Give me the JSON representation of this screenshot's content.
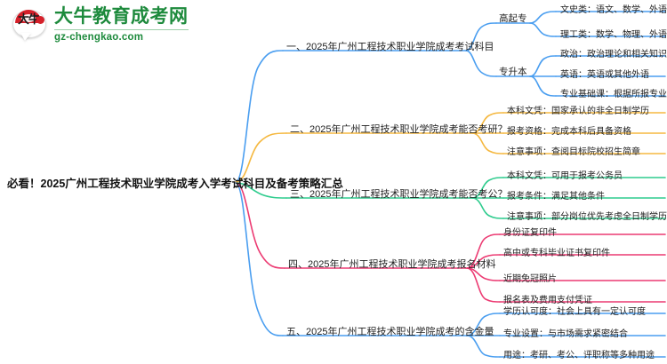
{
  "brand": {
    "mark_text": "大牛",
    "name_cn": "大牛教育成考网",
    "name_en": "gz-chengkao.com",
    "color": "#1d8a3c",
    "cap_color": "#d5202a"
  },
  "mindmap": {
    "root": {
      "label": "必看！2025广州工程技术职业学院成考入学考试科目及备考策略汇总"
    },
    "colors": {
      "branch1": "#4a9ef0",
      "branch2": "#f5b840",
      "branch3": "#2fcc8e",
      "branch4": "#ec3a72",
      "branch5": "#4a9ef0"
    },
    "branches": [
      {
        "id": "branch-1",
        "label": "一、2025年广州工程技术职业学院成考考试科目",
        "color": "#4a9ef0",
        "groups": [
          {
            "label": "高起专",
            "items": [
              "文史类：语文、数学、外语",
              "理工类：数学、物理、外语"
            ]
          },
          {
            "label": "专升本",
            "items": [
              "政治：政治理论和相关知识",
              "英语：英语或其他外语",
              "专业基础课：根据所报专业的不同"
            ]
          }
        ]
      },
      {
        "id": "branch-2",
        "label": "二、2025年广州工程技术职业学院成考能否考研？",
        "color": "#f5b840",
        "items": [
          "本科文凭：国家承认的非全日制学历",
          "报考资格：完成本科后具备资格",
          "注意事项：查阅目标院校招生简章"
        ]
      },
      {
        "id": "branch-3",
        "label": "三、2025年广州工程技术职业学院成考能否考公？",
        "color": "#2fcc8e",
        "items": [
          "本科文凭：可用于报考公务员",
          "报考条件：满足其他条件",
          "注意事项：部分岗位优先考虑全日制学历"
        ]
      },
      {
        "id": "branch-4",
        "label": "四、2025年广州工程技术职业学院成考报名材料",
        "color": "#ec3a72",
        "items": [
          "身份证复印件",
          "高中或专科毕业证书复印件",
          "近期免冠照片",
          "报名表及费用支付凭证"
        ]
      },
      {
        "id": "branch-5",
        "label": "五、2025年广州工程技术职业学院成考的含金量",
        "color": "#4a9ef0",
        "items": [
          "学历认可度：社会上具有一定认可度",
          "专业设置：与市场需求紧密结合",
          "用途：考研、考公、评职称等多种用途"
        ]
      }
    ]
  }
}
